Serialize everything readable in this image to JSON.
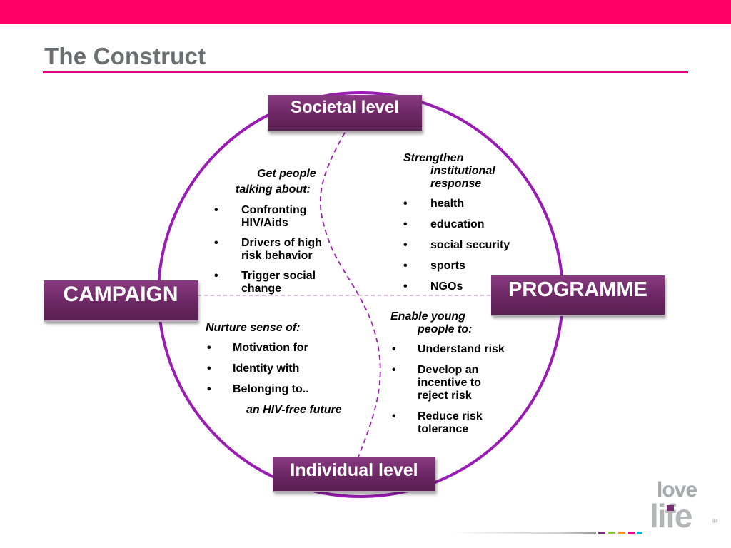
{
  "title": "The Construct",
  "colors": {
    "top_bar": "#ff0066",
    "title_rule": "#e6007e",
    "title_text": "#6d6e71",
    "circle": "#9b1bb5",
    "box_fill": "#6b2763"
  },
  "boxes": {
    "top": "Societal level",
    "bottom": "Individual level",
    "left": "CAMPAIGN",
    "right": "PROGRAMME"
  },
  "quadrants": {
    "top_left": {
      "heading": [
        "Get people",
        "talking about:"
      ],
      "items": [
        "Confronting HIV/Aids",
        "Drivers of high risk behavior",
        "Trigger social change"
      ]
    },
    "top_right": {
      "heading": [
        "Strengthen",
        "institutional",
        "response"
      ],
      "items": [
        "health",
        "education",
        "social security",
        "sports",
        "NGOs"
      ]
    },
    "bottom_left": {
      "heading": [
        "Nurture sense of:"
      ],
      "items": [
        "Motivation for",
        "Identity with",
        "Belonging to.."
      ],
      "tail": "an HIV-free future"
    },
    "bottom_right": {
      "heading": [
        "Enable young",
        "people to:"
      ],
      "items": [
        "Understand risk",
        "Develop an incentive to reject risk",
        "Reduce risk tolerance"
      ]
    }
  },
  "bullet_char": "•",
  "logo": {
    "word_1": "love",
    "word_2": "life",
    "mark": "®"
  }
}
